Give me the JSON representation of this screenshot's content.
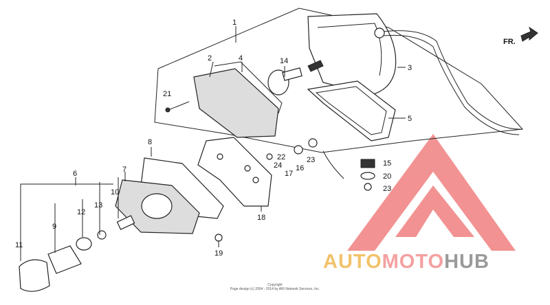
{
  "diagram": {
    "direction_label": "FR.",
    "callouts": [
      {
        "id": "c1",
        "text": "1"
      },
      {
        "id": "c2",
        "text": "2"
      },
      {
        "id": "c3",
        "text": "3"
      },
      {
        "id": "c4",
        "text": "4"
      },
      {
        "id": "c5",
        "text": "5"
      },
      {
        "id": "c6",
        "text": "6"
      },
      {
        "id": "c7",
        "text": "7"
      },
      {
        "id": "c8",
        "text": "8"
      },
      {
        "id": "c9",
        "text": "9"
      },
      {
        "id": "c10",
        "text": "10"
      },
      {
        "id": "c11",
        "text": "11"
      },
      {
        "id": "c12",
        "text": "12"
      },
      {
        "id": "c13",
        "text": "13"
      },
      {
        "id": "c14",
        "text": "14"
      },
      {
        "id": "c15",
        "text": "15"
      },
      {
        "id": "c16",
        "text": "16"
      },
      {
        "id": "c17",
        "text": "17"
      },
      {
        "id": "c18",
        "text": "18"
      },
      {
        "id": "c19",
        "text": "19"
      },
      {
        "id": "c20",
        "text": "20"
      },
      {
        "id": "c21",
        "text": "21"
      },
      {
        "id": "c22",
        "text": "22"
      },
      {
        "id": "c23a",
        "text": "23"
      },
      {
        "id": "c23b",
        "text": "23"
      },
      {
        "id": "c24",
        "text": "24"
      }
    ]
  },
  "copyright": {
    "line1": "Copyright",
    "line2": "Page design (c) 2004 - 2014 by ARI Network Services, Inc."
  },
  "watermark": {
    "part1": "AUTO",
    "part2": "MOTO",
    "part3": "HUB",
    "colors": {
      "auto": "#f2c36b",
      "moto": "#f4a0a0",
      "hub": "#9a9a9a",
      "logo": "#f08080"
    }
  }
}
